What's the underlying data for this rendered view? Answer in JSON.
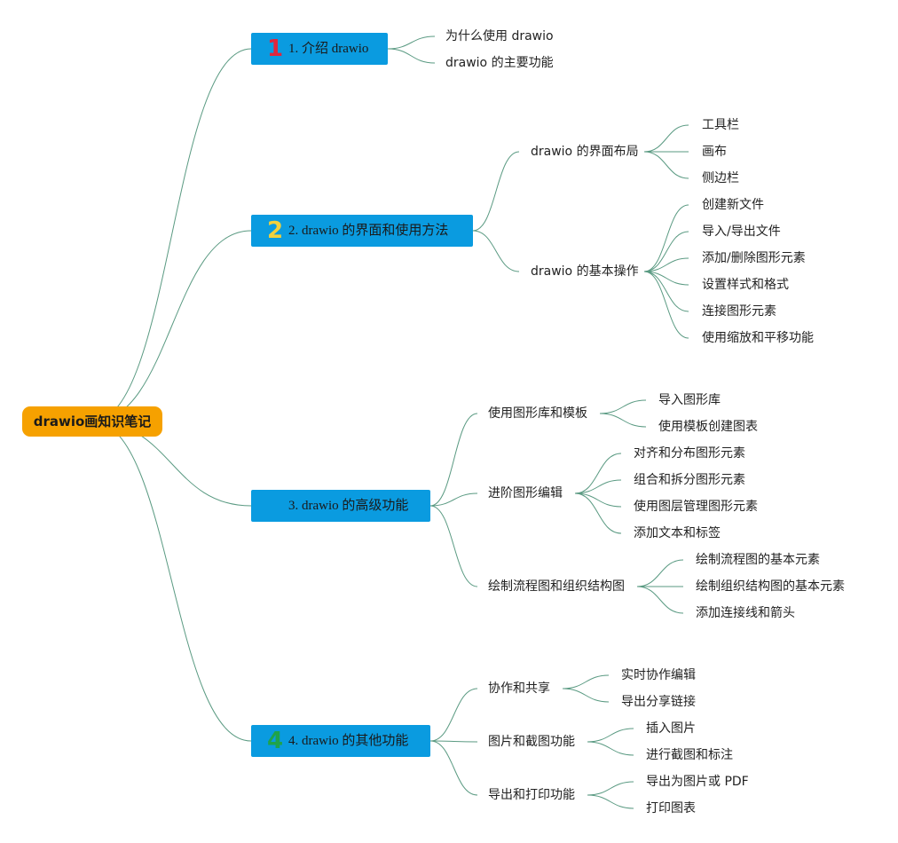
{
  "mindmap": {
    "root": {
      "label": "drawio画知识笔记"
    },
    "branches": [
      {
        "label": "1. 介绍 drawio",
        "number": "1",
        "leaves": [
          "为什么使用 drawio",
          "drawio 的主要功能"
        ]
      },
      {
        "label": "2. drawio 的界面和使用方法",
        "number": "2",
        "subs": [
          {
            "label": "drawio 的界面布局",
            "leaves": [
              "工具栏",
              "画布",
              "侧边栏"
            ]
          },
          {
            "label": "drawio 的基本操作",
            "leaves": [
              "创建新文件",
              "导入/导出文件",
              "添加/删除图形元素",
              "设置样式和格式",
              "连接图形元素",
              "使用缩放和平移功能"
            ]
          }
        ]
      },
      {
        "label": "3. drawio 的高级功能",
        "number": "",
        "subs": [
          {
            "label": "使用图形库和模板",
            "leaves": [
              "导入图形库",
              "使用模板创建图表"
            ]
          },
          {
            "label": "进阶图形编辑",
            "leaves": [
              "对齐和分布图形元素",
              "组合和拆分图形元素",
              "使用图层管理图形元素",
              "添加文本和标签"
            ]
          },
          {
            "label": "绘制流程图和组织结构图",
            "leaves": [
              "绘制流程图的基本元素",
              "绘制组织结构图的基本元素",
              "添加连接线和箭头"
            ]
          }
        ]
      },
      {
        "label": "4. drawio 的其他功能",
        "number": "4",
        "subs": [
          {
            "label": "协作和共享",
            "leaves": [
              "实时协作编辑",
              "导出分享链接"
            ]
          },
          {
            "label": "图片和截图功能",
            "leaves": [
              "插入图片",
              "进行截图和标注"
            ]
          },
          {
            "label": "导出和打印功能",
            "leaves": [
              "导出为图片或 PDF",
              "打印图表"
            ]
          }
        ]
      }
    ]
  },
  "colors": {
    "root_fill": "#f6a100",
    "branch_fill": "#0a9be0",
    "edge": "#5a9a82",
    "number_1": "#e0253d",
    "number_2": "#f2d13c",
    "number_4": "#1fa34a"
  }
}
